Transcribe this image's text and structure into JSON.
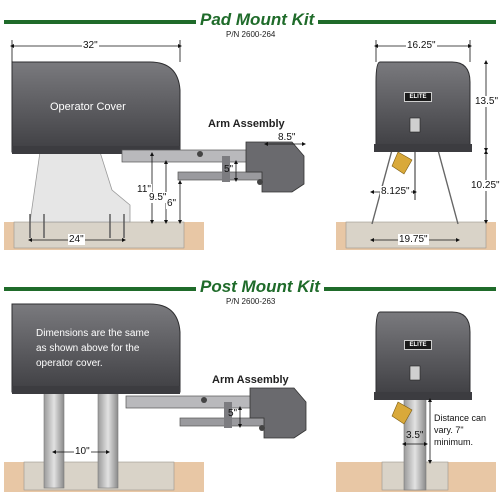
{
  "pad": {
    "title": "Pad Mount Kit",
    "part_number": "P/N 2600-264",
    "cover_label": "Operator Cover",
    "arm_label": "Arm Assembly",
    "dims": {
      "width": "32\"",
      "arm_ext": "8.5\"",
      "arm_drop": "5\"",
      "h11": "11\"",
      "h9": "9.5\"",
      "h6": "6\"",
      "base": "24\"",
      "side_width": "16.25\"",
      "side_height": "13.5\"",
      "side_leg": "10.25\"",
      "side_offset": "8.125\"",
      "side_base": "19.75\""
    }
  },
  "post": {
    "title": "Post Mount Kit",
    "part_number": "P/N 2600-263",
    "cover_note": "Dimensions are the same as shown above for the operator cover.",
    "arm_label": "Arm Assembly",
    "dims": {
      "arm_drop": "5\"",
      "post_spacing": "10\"",
      "side_post": "3.5\""
    },
    "distance_note": "Distance can vary. 7\" minimum."
  },
  "brand_badge": "ELITE",
  "colors": {
    "accent": "#1f6b2a",
    "cover": "#5d5d60",
    "concrete": "#d9d3c8",
    "soil": "#e8c7a5"
  }
}
